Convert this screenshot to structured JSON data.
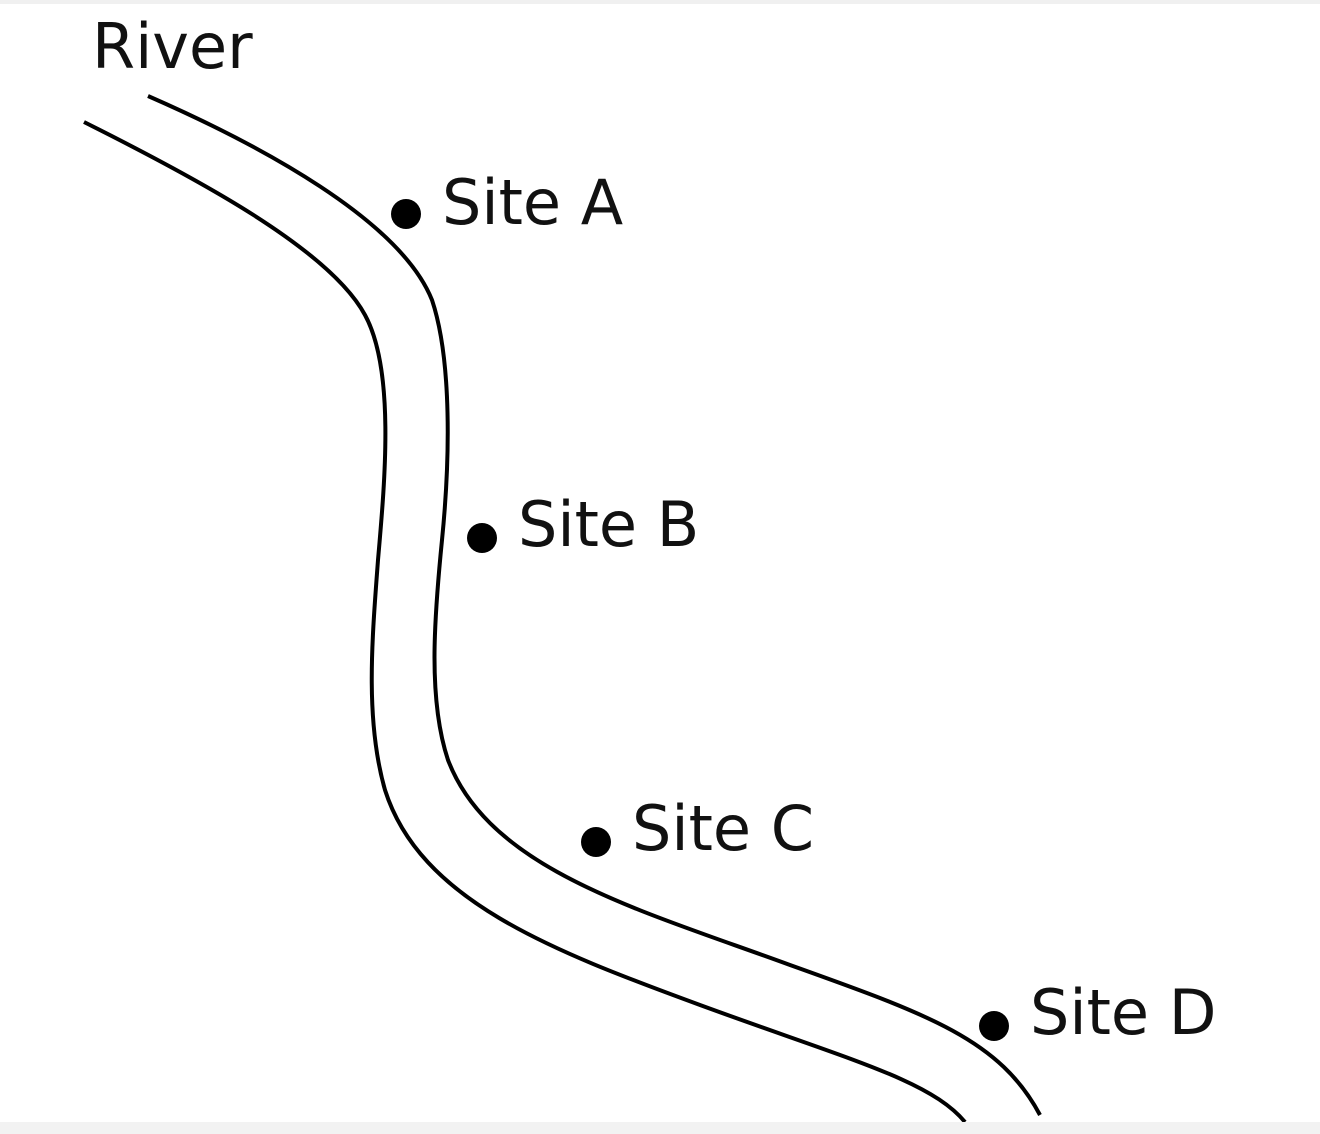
{
  "diagram": {
    "title": "River",
    "sites": [
      {
        "label": "Site A"
      },
      {
        "label": "Site B"
      },
      {
        "label": "Site C"
      },
      {
        "label": "Site D"
      }
    ]
  },
  "colors": {
    "line": "#000000",
    "text": "#111111",
    "background": "#ffffff"
  }
}
